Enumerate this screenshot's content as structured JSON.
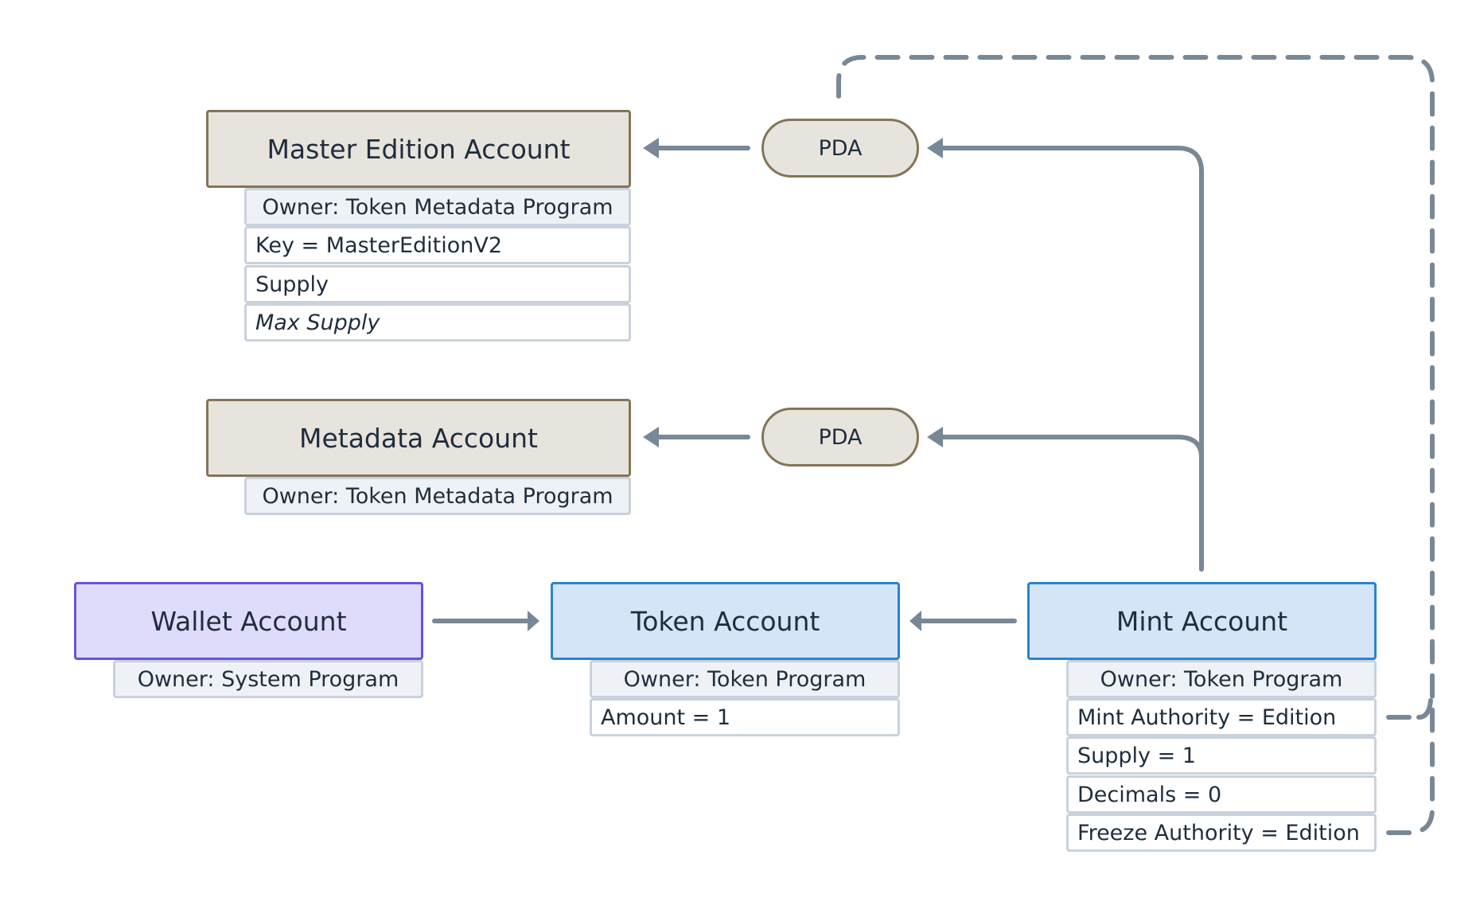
{
  "master_edition": {
    "title": "Master Edition Account",
    "owner": "Owner: Token Metadata Program",
    "fields": [
      "Key = MasterEditionV2",
      "Supply",
      "Max Supply"
    ]
  },
  "metadata": {
    "title": "Metadata Account",
    "owner": "Owner: Token Metadata Program"
  },
  "wallet": {
    "title": "Wallet Account",
    "owner": "Owner: System Program"
  },
  "token": {
    "title": "Token Account",
    "owner": "Owner: Token Program",
    "fields": [
      "Amount = 1"
    ]
  },
  "mint": {
    "title": "Mint Account",
    "owner": "Owner: Token Program",
    "fields": [
      "Mint Authority = Edition",
      "Supply = 1",
      "Decimals = 0",
      "Freeze Authority = Edition"
    ]
  },
  "pda_top": {
    "label": "PDA"
  },
  "pda_bottom": {
    "label": "PDA"
  },
  "colors": {
    "connector": "#788896",
    "tan_fill": "#e7e4dd",
    "tan_border": "#857458",
    "blue_fill": "#d4e5f7",
    "blue_border": "#2a83d1",
    "purple_fill": "#dfdcfb",
    "purple_border": "#6a51e0",
    "row_border": "#c9d2dc",
    "owner_fill": "#eef2f6"
  }
}
